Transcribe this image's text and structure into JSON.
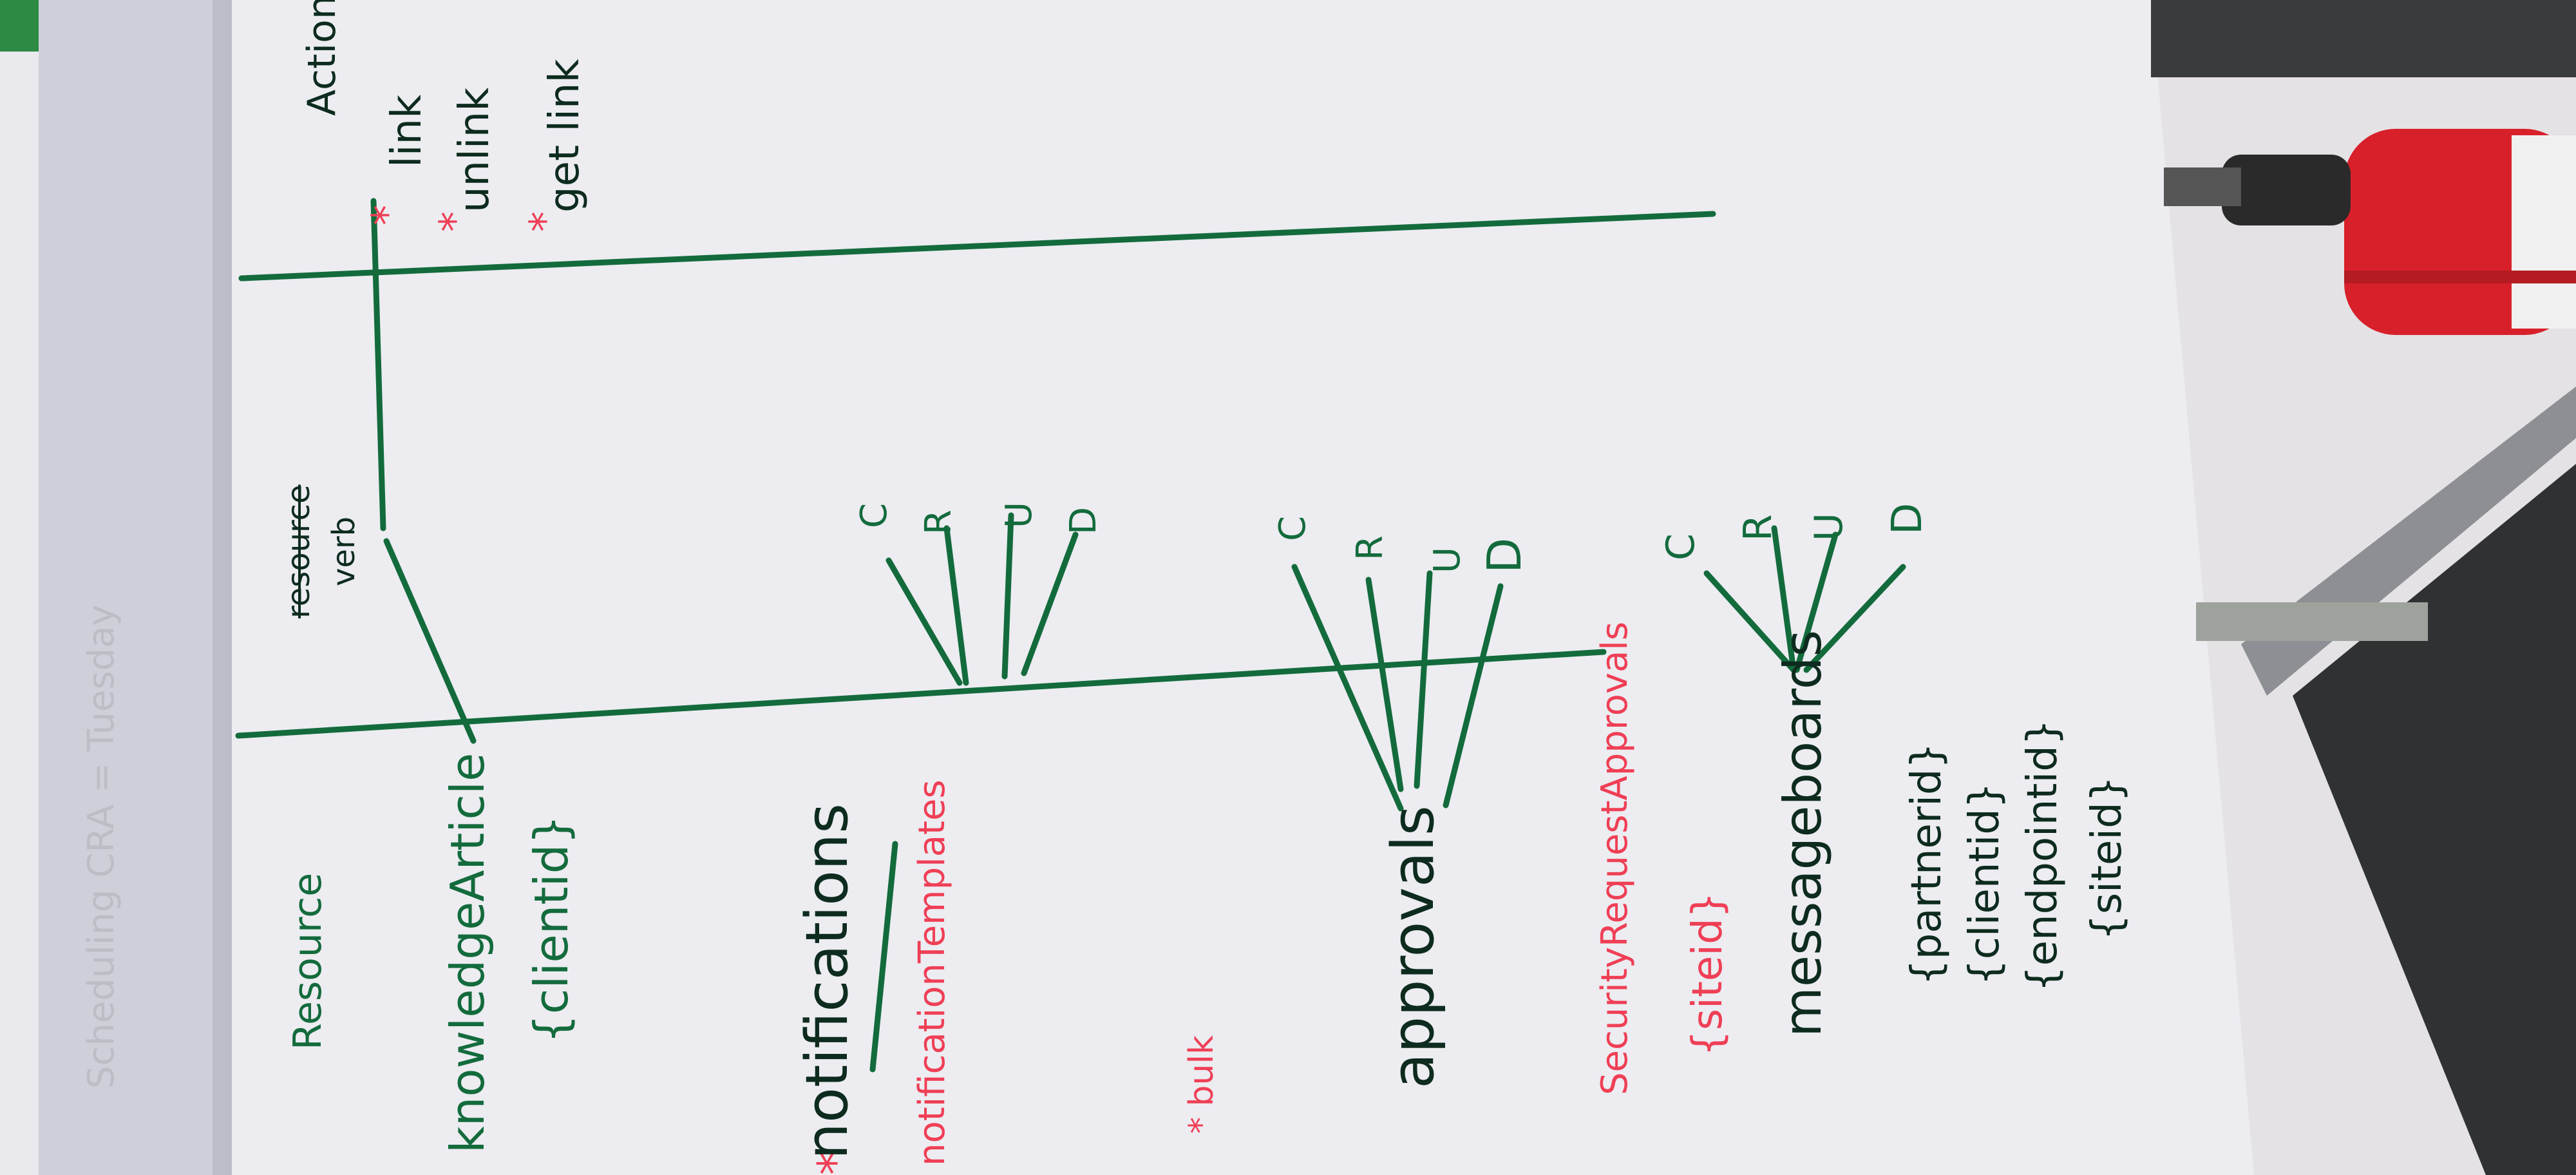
{
  "photo": {
    "heading_resource": "Resource",
    "heading_action": "Action",
    "resource_verb_label": [
      "resource",
      "verb"
    ],
    "actions": [
      "link",
      "unlink",
      "get link"
    ],
    "action_marker": "*",
    "knowledge_article": {
      "name": "knowledgeArticle",
      "param": "{clientid}"
    },
    "notifications": {
      "name": "notifications",
      "marker": "*",
      "sub": "notificationTemplates",
      "note": "* bulk"
    },
    "crud_letters": [
      "C",
      "R",
      "U",
      "D"
    ],
    "approvals": "approvals",
    "security_request": {
      "name": "SecurityRequestApprovals",
      "param": "{siteid}"
    },
    "messageboards": {
      "name": "messageboards",
      "params": [
        "{partnerid}",
        "{clientid}",
        "{endpointid}",
        "{siteid}"
      ]
    },
    "background_text": "Scheduling CRA = Tuesday",
    "colors": {
      "paper": "#ececf1",
      "marker_green": "#136b3c",
      "marker_red": "#ef3f55",
      "marker_dark": "#0d2b1e",
      "extinguisher_red": "#d8202a"
    }
  }
}
